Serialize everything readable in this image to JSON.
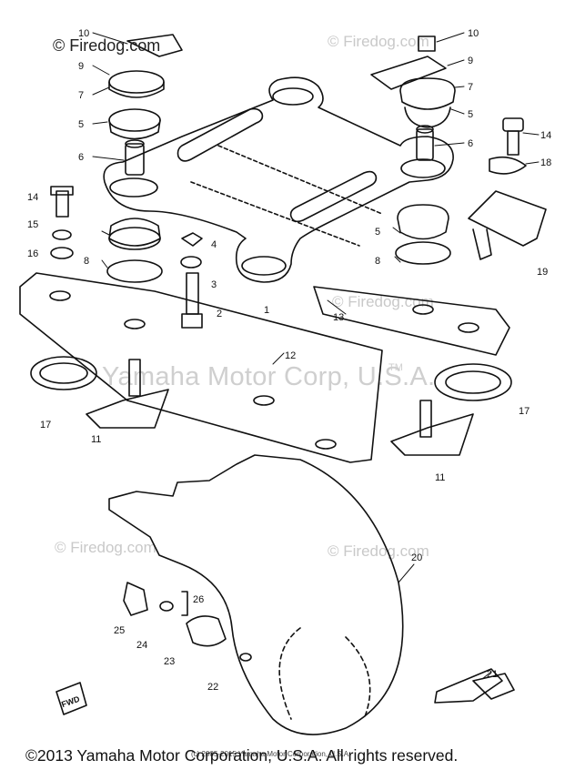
{
  "watermarks": {
    "corner": "© Firedog.com",
    "tiles": [
      "© Firedog.com",
      "© Firedog.com",
      "© Firedog.com",
      "© Firedog.com"
    ],
    "main": "Yamaha Motor Corp, U.S.A.",
    "tm": "TM"
  },
  "copyright": {
    "small": "(c) 2005-2015 Yamaha Motor Corporation, U.S.A.",
    "large": "©2013 Yamaha Motor Corporation, U.S.A. All rights reserved."
  },
  "callouts": [
    "10",
    "9",
    "7",
    "5",
    "6",
    "14",
    "15",
    "16",
    "8",
    "4",
    "3",
    "2",
    "1",
    "5",
    "8",
    "10",
    "9",
    "7",
    "5",
    "6",
    "14",
    "18",
    "19",
    "13",
    "12",
    "17",
    "11",
    "11",
    "17",
    "20",
    "26",
    "25",
    "24",
    "23",
    "22",
    "21"
  ],
  "fwd_label": "FWD",
  "colors": {
    "line": "#111111",
    "watermark": "#cfcfcf",
    "background": "#ffffff"
  }
}
